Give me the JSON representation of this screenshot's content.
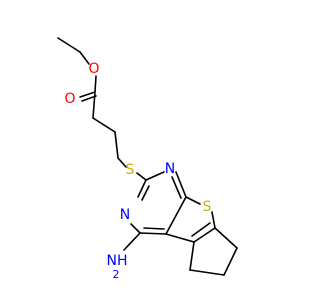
{
  "structure": {
    "atoms": {
      "ester_oxygen": {
        "text": "O",
        "color": "#ff0000"
      },
      "carbonyl_oxygen": {
        "text": "O",
        "color": "#ff0000"
      },
      "thioether_sulfur": {
        "text": "S",
        "color": "#ccb100"
      },
      "pyrimidine_n_upper": {
        "text": "N",
        "color": "#0000ff"
      },
      "pyrimidine_n_lower": {
        "text": "N",
        "color": "#0000ff"
      },
      "thiophene_sulfur": {
        "text": "S",
        "color": "#ccb100"
      },
      "amino_group": {
        "text": "NH",
        "color": "#0000ff"
      },
      "amino_subscript": {
        "text": "2",
        "color": "#0000ff"
      }
    }
  }
}
